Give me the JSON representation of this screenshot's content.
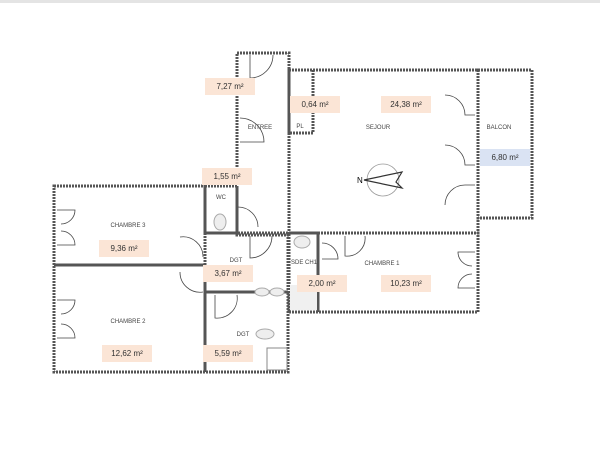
{
  "rooms": {
    "entree": {
      "name": "ENTREE",
      "area": "7,27 m²"
    },
    "pl": {
      "name": "PL",
      "area": "0,64 m²"
    },
    "sejour": {
      "name": "SEJOUR",
      "area": "24,38 m²"
    },
    "balcon": {
      "name": "BALCON",
      "area": "6,80 m²"
    },
    "wc": {
      "name": "WC",
      "area": "1,55 m²"
    },
    "chambre3": {
      "name": "CHAMBRE 3",
      "area": "9,36 m²"
    },
    "dgt1": {
      "name": "DGT",
      "area": "3,67 m²"
    },
    "sde": {
      "name": "SDE CH1",
      "area": "2,00 m²"
    },
    "chambre1": {
      "name": "CHAMBRE 1",
      "area": "10,23 m²"
    },
    "chambre2": {
      "name": "CHAMBRE 2",
      "area": "12,62 m²"
    },
    "dgt2": {
      "name": "DGT",
      "area": "5,59 m²"
    }
  },
  "compass": {
    "label": "N"
  },
  "colors": {
    "area_label": "#fbe5d6",
    "balcony_label": "#dae3f3",
    "wall": "#555555"
  }
}
